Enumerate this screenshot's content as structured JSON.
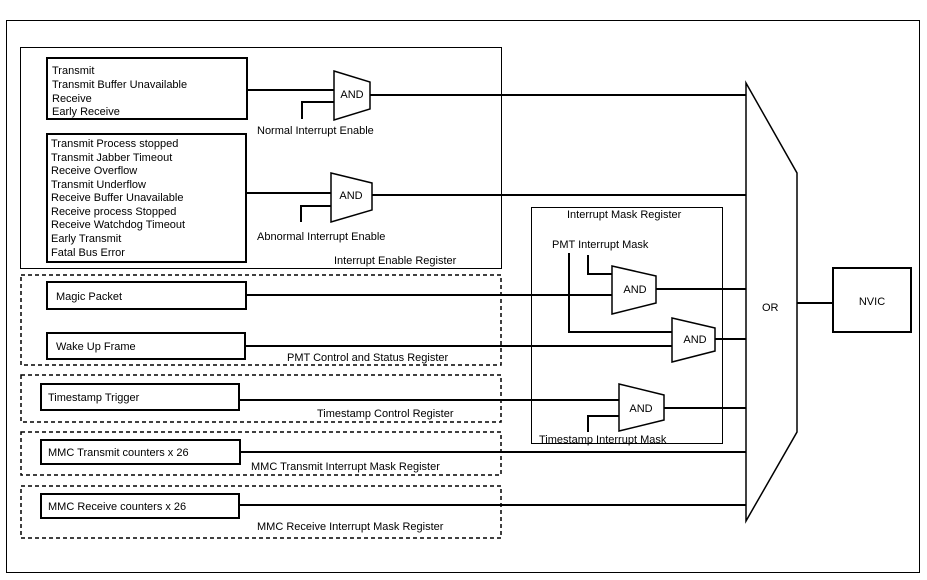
{
  "sources": {
    "normal": [
      "Transmit",
      "Transmit Buffer Unavailable",
      "Receive",
      "Early Receive"
    ],
    "abnormal": [
      "Transmit Process stopped",
      "Transmit Jabber Timeout",
      "Receive Overflow",
      "Transmit Underflow",
      "Receive Buffer Unavailable",
      "Receive process Stopped",
      "Receive Watchdog Timeout",
      "Early Transmit",
      "Fatal Bus Error"
    ],
    "magic_packet": "Magic Packet",
    "wake_up_frame": "Wake Up Frame",
    "timestamp_trigger": "Timestamp Trigger",
    "mmc_transmit": "MMC Transmit counters x 26",
    "mmc_receive": "MMC Receive counters x 26"
  },
  "enables": {
    "normal": "Normal Interrupt Enable",
    "abnormal": "Abnormal Interrupt Enable",
    "pmt_mask": "PMT Interrupt Mask",
    "timestamp_mask": "Timestamp Interrupt Mask"
  },
  "registers": {
    "interrupt_enable": "Interrupt Enable Register",
    "interrupt_mask": "Interrupt Mask Register",
    "pmt_control": "PMT Control and Status Register",
    "timestamp_control": "Timestamp Control Register",
    "mmc_transmit_mask": "MMC Transmit Interrupt Mask Register",
    "mmc_receive_mask": "MMC Receive Interrupt Mask Register"
  },
  "gates": {
    "and_label": "AND",
    "or_label": "OR"
  },
  "output": "NVIC"
}
